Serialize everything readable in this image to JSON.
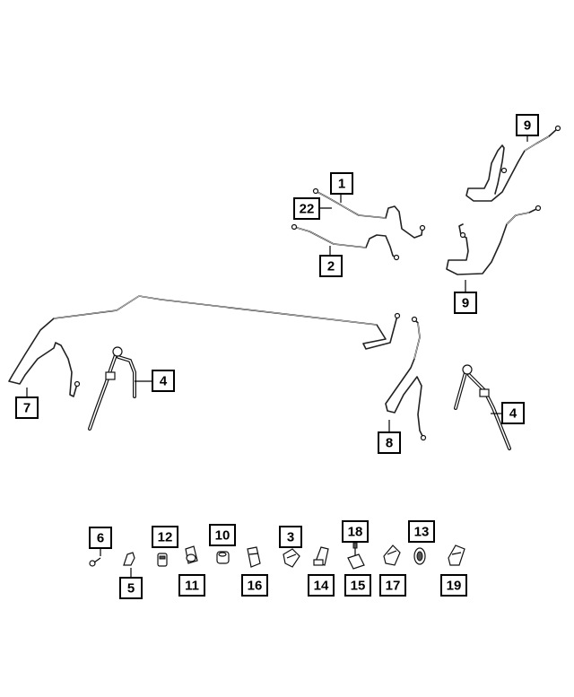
{
  "callouts": {
    "c1": "1",
    "c22": "22",
    "c2": "2",
    "c9a": "9",
    "c9b": "9",
    "c4a": "4",
    "c4b": "4",
    "c7": "7",
    "c8": "8",
    "c6": "6",
    "c5": "5",
    "c12": "12",
    "c11": "11",
    "c10": "10",
    "c16": "16",
    "c3": "3",
    "c14": "14",
    "c18": "18",
    "c15": "15",
    "c17": "17",
    "c13": "13",
    "c19": "19"
  }
}
